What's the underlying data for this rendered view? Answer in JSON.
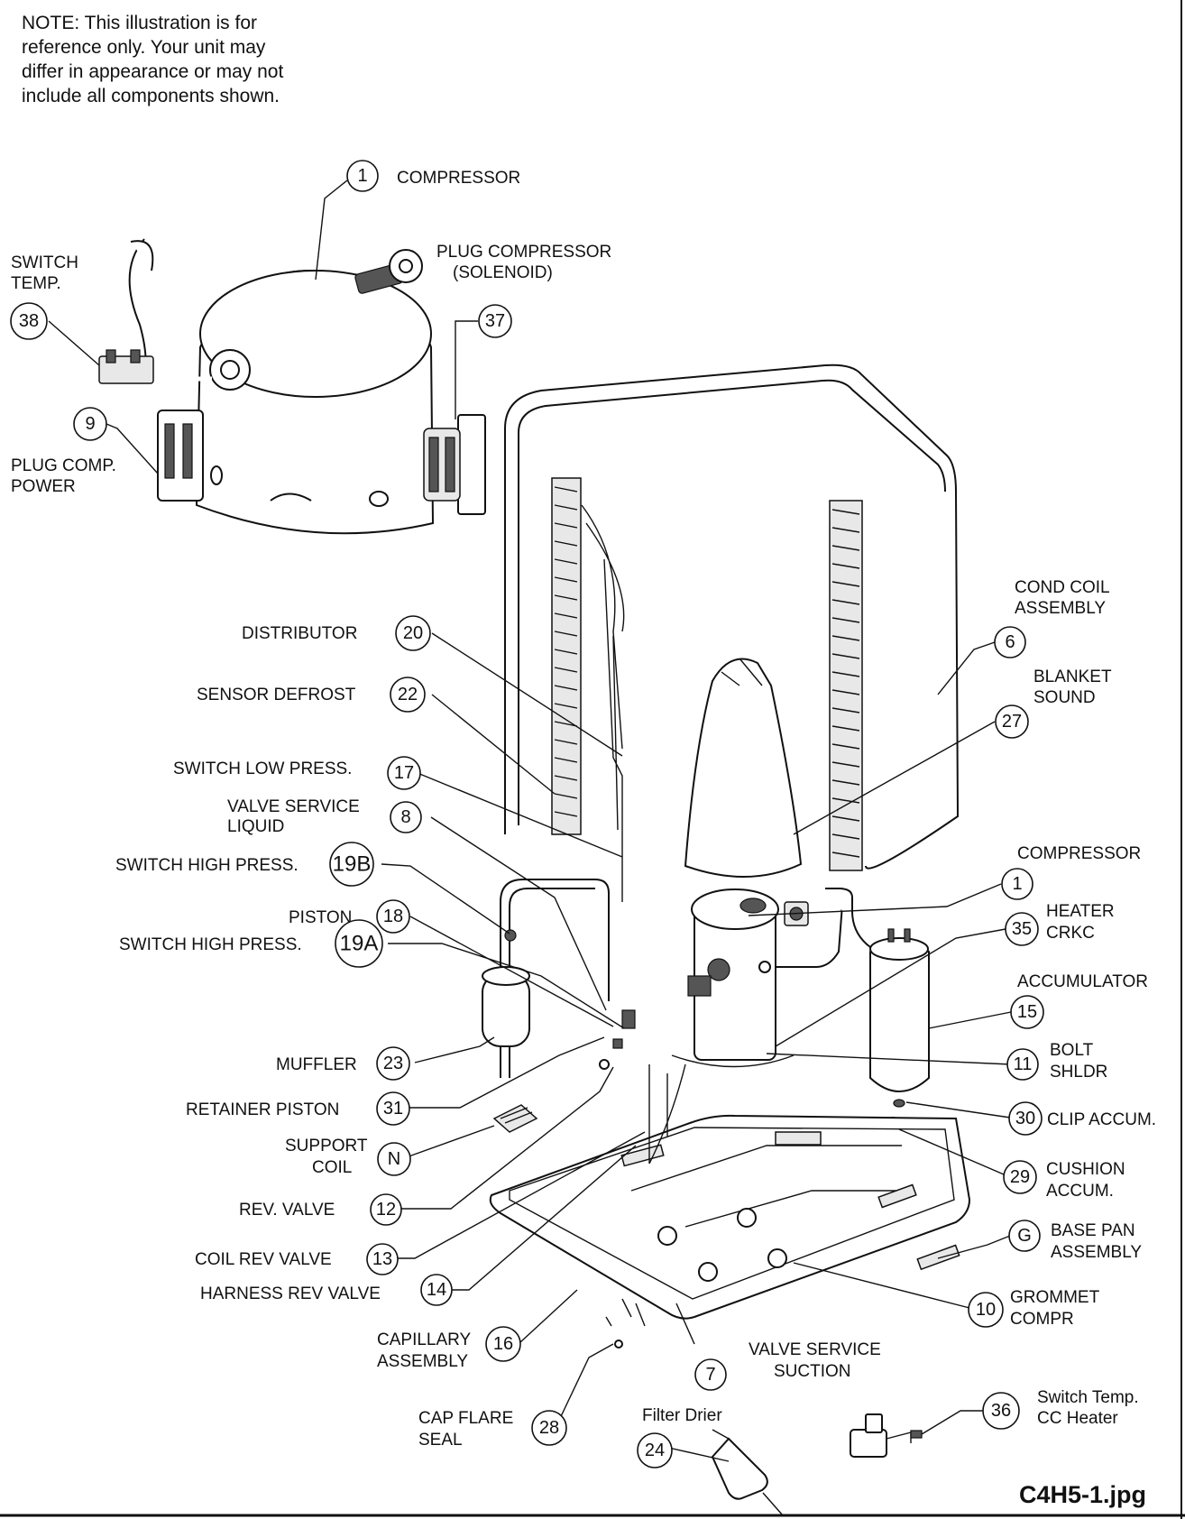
{
  "note": [
    "NOTE: This illustration is for",
    "reference only. Your unit may",
    "differ in appearance or may not",
    "include all components shown."
  ],
  "filename": "C4H5-1.jpg",
  "callouts": {
    "compressor_top": {
      "num": "1",
      "label": [
        "COMPRESSOR"
      ]
    },
    "switch_temp": {
      "num": "38",
      "label": [
        "SWITCH",
        "TEMP."
      ]
    },
    "plug_compressor": {
      "num": "37",
      "label": [
        "PLUG COMPRESSOR",
        "(SOLENOID)"
      ]
    },
    "plug_comp_power": {
      "num": "9",
      "label": [
        "PLUG COMP.",
        "POWER"
      ]
    },
    "cond_coil": {
      "num": "6",
      "label": [
        "COND COIL",
        "ASSEMBLY"
      ]
    },
    "blanket_sound": {
      "num": "27",
      "label": [
        "BLANKET",
        "SOUND"
      ]
    },
    "distributor": {
      "num": "20",
      "label": [
        "DISTRIBUTOR"
      ]
    },
    "sensor_defrost": {
      "num": "22",
      "label": [
        "SENSOR DEFROST"
      ]
    },
    "switch_low_press": {
      "num": "17",
      "label": [
        "SWITCH LOW PRESS."
      ]
    },
    "valve_service_liquid": {
      "num": "8",
      "label": [
        "VALVE SERVICE",
        "LIQUID"
      ]
    },
    "switch_high_press_b": {
      "num": "19B",
      "label": [
        "SWITCH HIGH PRESS."
      ]
    },
    "piston": {
      "num": "18",
      "label": [
        "PISTON"
      ]
    },
    "switch_high_press_a": {
      "num": "19A",
      "label": [
        "SWITCH HIGH PRESS."
      ]
    },
    "muffler": {
      "num": "23",
      "label": [
        "MUFFLER"
      ]
    },
    "retainer_piston": {
      "num": "31",
      "label": [
        "RETAINER PISTON"
      ]
    },
    "support_coil": {
      "num": "N",
      "label": [
        "SUPPORT",
        "COIL"
      ]
    },
    "rev_valve": {
      "num": "12",
      "label": [
        "REV. VALVE"
      ]
    },
    "coil_rev_valve": {
      "num": "13",
      "label": [
        "COIL REV VALVE"
      ]
    },
    "harness_rev_valve": {
      "num": "14",
      "label": [
        "HARNESS REV VALVE"
      ]
    },
    "capillary_assembly": {
      "num": "16",
      "label": [
        "CAPILLARY",
        "ASSEMBLY"
      ]
    },
    "cap_flare_seal": {
      "num": "28",
      "label": [
        "CAP FLARE",
        "SEAL"
      ]
    },
    "filter_drier": {
      "num": "24",
      "label": [
        "Filter Drier"
      ]
    },
    "valve_service_suction": {
      "num": "7",
      "label": [
        "VALVE SERVICE",
        "SUCTION"
      ]
    },
    "switch_temp_cc_heater": {
      "num": "36",
      "label": [
        "Switch Temp.",
        "CC Heater"
      ]
    },
    "compressor_right": {
      "num": "1",
      "label": [
        "COMPRESSOR"
      ]
    },
    "heater_crkc": {
      "num": "35",
      "label": [
        "HEATER",
        "CRKC"
      ]
    },
    "accumulator": {
      "num": "15",
      "label": [
        "ACCUMULATOR"
      ]
    },
    "bolt_shldr": {
      "num": "11",
      "label": [
        "BOLT",
        "SHLDR"
      ]
    },
    "clip_accum": {
      "num": "30",
      "label": [
        "CLIP ACCUM."
      ]
    },
    "cushion_accum": {
      "num": "29",
      "label": [
        "CUSHION",
        "ACCUM."
      ]
    },
    "base_pan": {
      "num": "G",
      "label": [
        "BASE PAN",
        "ASSEMBLY"
      ]
    },
    "grommet_compr": {
      "num": "10",
      "label": [
        "GROMMET",
        "COMPR"
      ]
    }
  }
}
